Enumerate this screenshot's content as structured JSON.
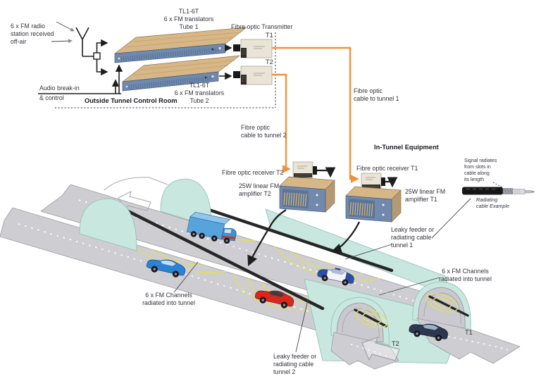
{
  "colors": {
    "fibre_orange": "#EF9240",
    "tunnel_teal": "#C7E7DF",
    "teal_edge": "#8FBFB4",
    "road_grey": "#CDCDD2",
    "road_edge": "#9C9CA4",
    "cable_black": "#262626",
    "wave_yellow": "#E4DE5D",
    "panel_blue": "#7089AD",
    "wood_tan": "#D8B787",
    "box_beige": "#EAE4D7",
    "text_dark": "#35353D"
  },
  "labels": {
    "fm_radio": [
      "6 x FM radio",
      "station received",
      "off-air"
    ],
    "translator1": [
      "TL1-6T",
      "6 x FM translators",
      "Tube 1"
    ],
    "translator2": [
      "TL1-6T",
      "6 x FM translators",
      "Tube 2"
    ],
    "fibre_transmitter": "Fibre optic Transmitter",
    "t1_top": "T1",
    "t2_top": "T2",
    "audio": [
      "Audio break-in",
      "& control"
    ],
    "outside_room": "Outside Tunnel Control Room",
    "cable1": [
      "Fibre optic",
      "cable to tunnel 1"
    ],
    "cable2": [
      "Fibre optic",
      "cable to tunnel 2"
    ],
    "in_tunnel": "In-Tunnel Equipment",
    "receiver_t2": "Fibre optic receiver T2",
    "receiver_t1": "Fibre optic receiver T1",
    "amp_t2": [
      "25W linear FM",
      "amplifier T2"
    ],
    "amp_t1": [
      "25W linear FM",
      "amplifier T1"
    ],
    "signal_radiates": [
      "Signal radiates",
      "from slots in",
      "cable along",
      "its length"
    ],
    "radiating_example": [
      "Radiating",
      "cable Example"
    ],
    "leaky1": [
      "Leaky feeder or",
      "radiating cable",
      "tunnel 1"
    ],
    "leaky2": [
      "Leaky feeder or",
      "radiating cable",
      "tunnel 2"
    ],
    "fm_channels_left": [
      "6 x FM Channels",
      "radiated into tunnel"
    ],
    "fm_channels_right": [
      "6 x FM Channels",
      "radiated into tunnel"
    ],
    "t1_tunnel": "T1",
    "t2_tunnel": "T2"
  }
}
